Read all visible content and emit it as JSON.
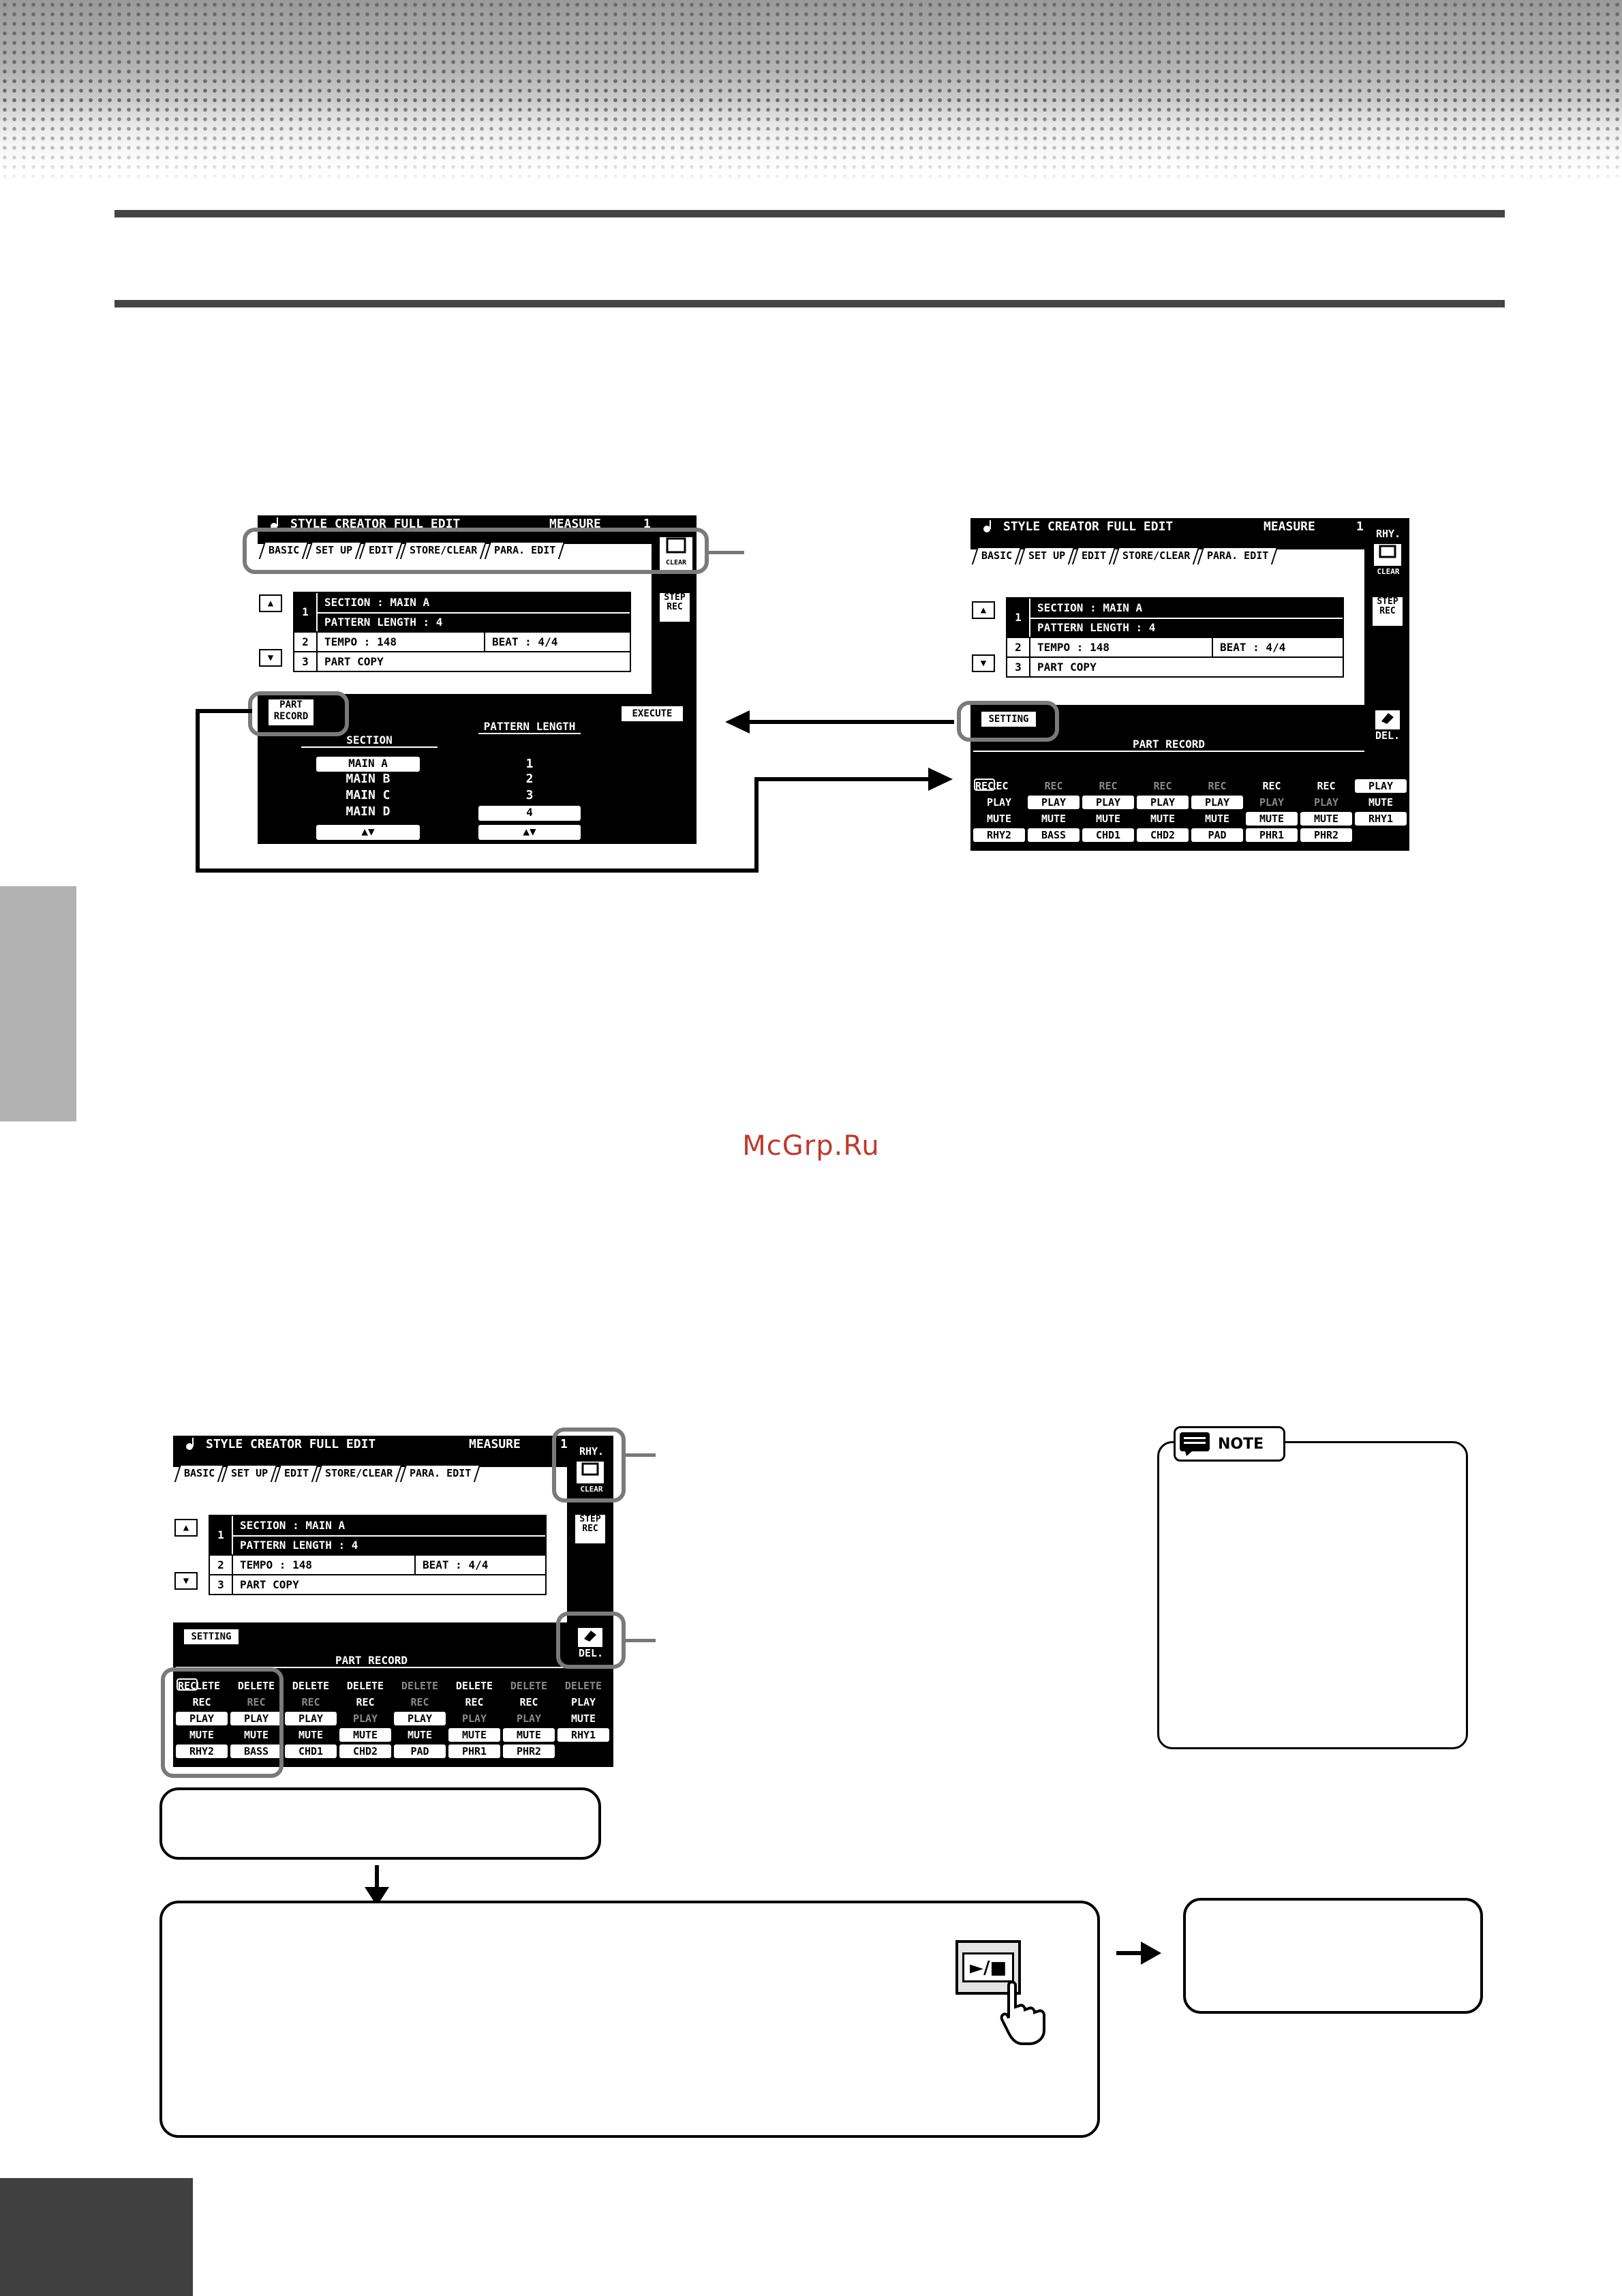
{
  "watermark": "McGrp.Ru",
  "screens": {
    "title": "STYLE CREATOR FULL EDIT",
    "measure_label": "MEASURE",
    "measure_value": "1",
    "tabs": [
      "BASIC",
      "SET UP",
      "EDIT",
      "STORE/CLEAR",
      "PARA. EDIT"
    ],
    "rows": [
      {
        "num": "1",
        "cells": [
          "SECTION : MAIN A",
          "PATTERN LENGTH : 4"
        ]
      },
      {
        "num": "2",
        "cells": [
          "TEMPO : 148",
          "BEAT : 4/4"
        ]
      },
      {
        "num": "3",
        "cells": [
          "PART COPY"
        ]
      }
    ],
    "rhy_label": "RHY.",
    "clear_label": "CLEAR",
    "step_rec_label": "STEP REC",
    "del_label": "DEL.",
    "setting_label": "SETTING",
    "part_record_button": "PART RECORD",
    "part_record_title": "PART RECORD",
    "execute_label": "EXECUTE",
    "section_header": "SECTION",
    "pattern_length_header": "PATTERN LENGTH",
    "sections": [
      "MAIN A",
      "MAIN B",
      "MAIN C",
      "MAIN D"
    ],
    "lengths": [
      "1",
      "2",
      "3",
      "4"
    ],
    "updown": "▲▼",
    "parts": [
      "RHY1",
      "RHY2",
      "BASS",
      "CHD1",
      "CHD2",
      "PAD",
      "PHR1",
      "PHR2"
    ],
    "rec": "REC",
    "play": "PLAY",
    "mute": "MUTE",
    "delete": "DELETE"
  },
  "note_label": "NOTE",
  "play_stop_symbol": "►/■"
}
